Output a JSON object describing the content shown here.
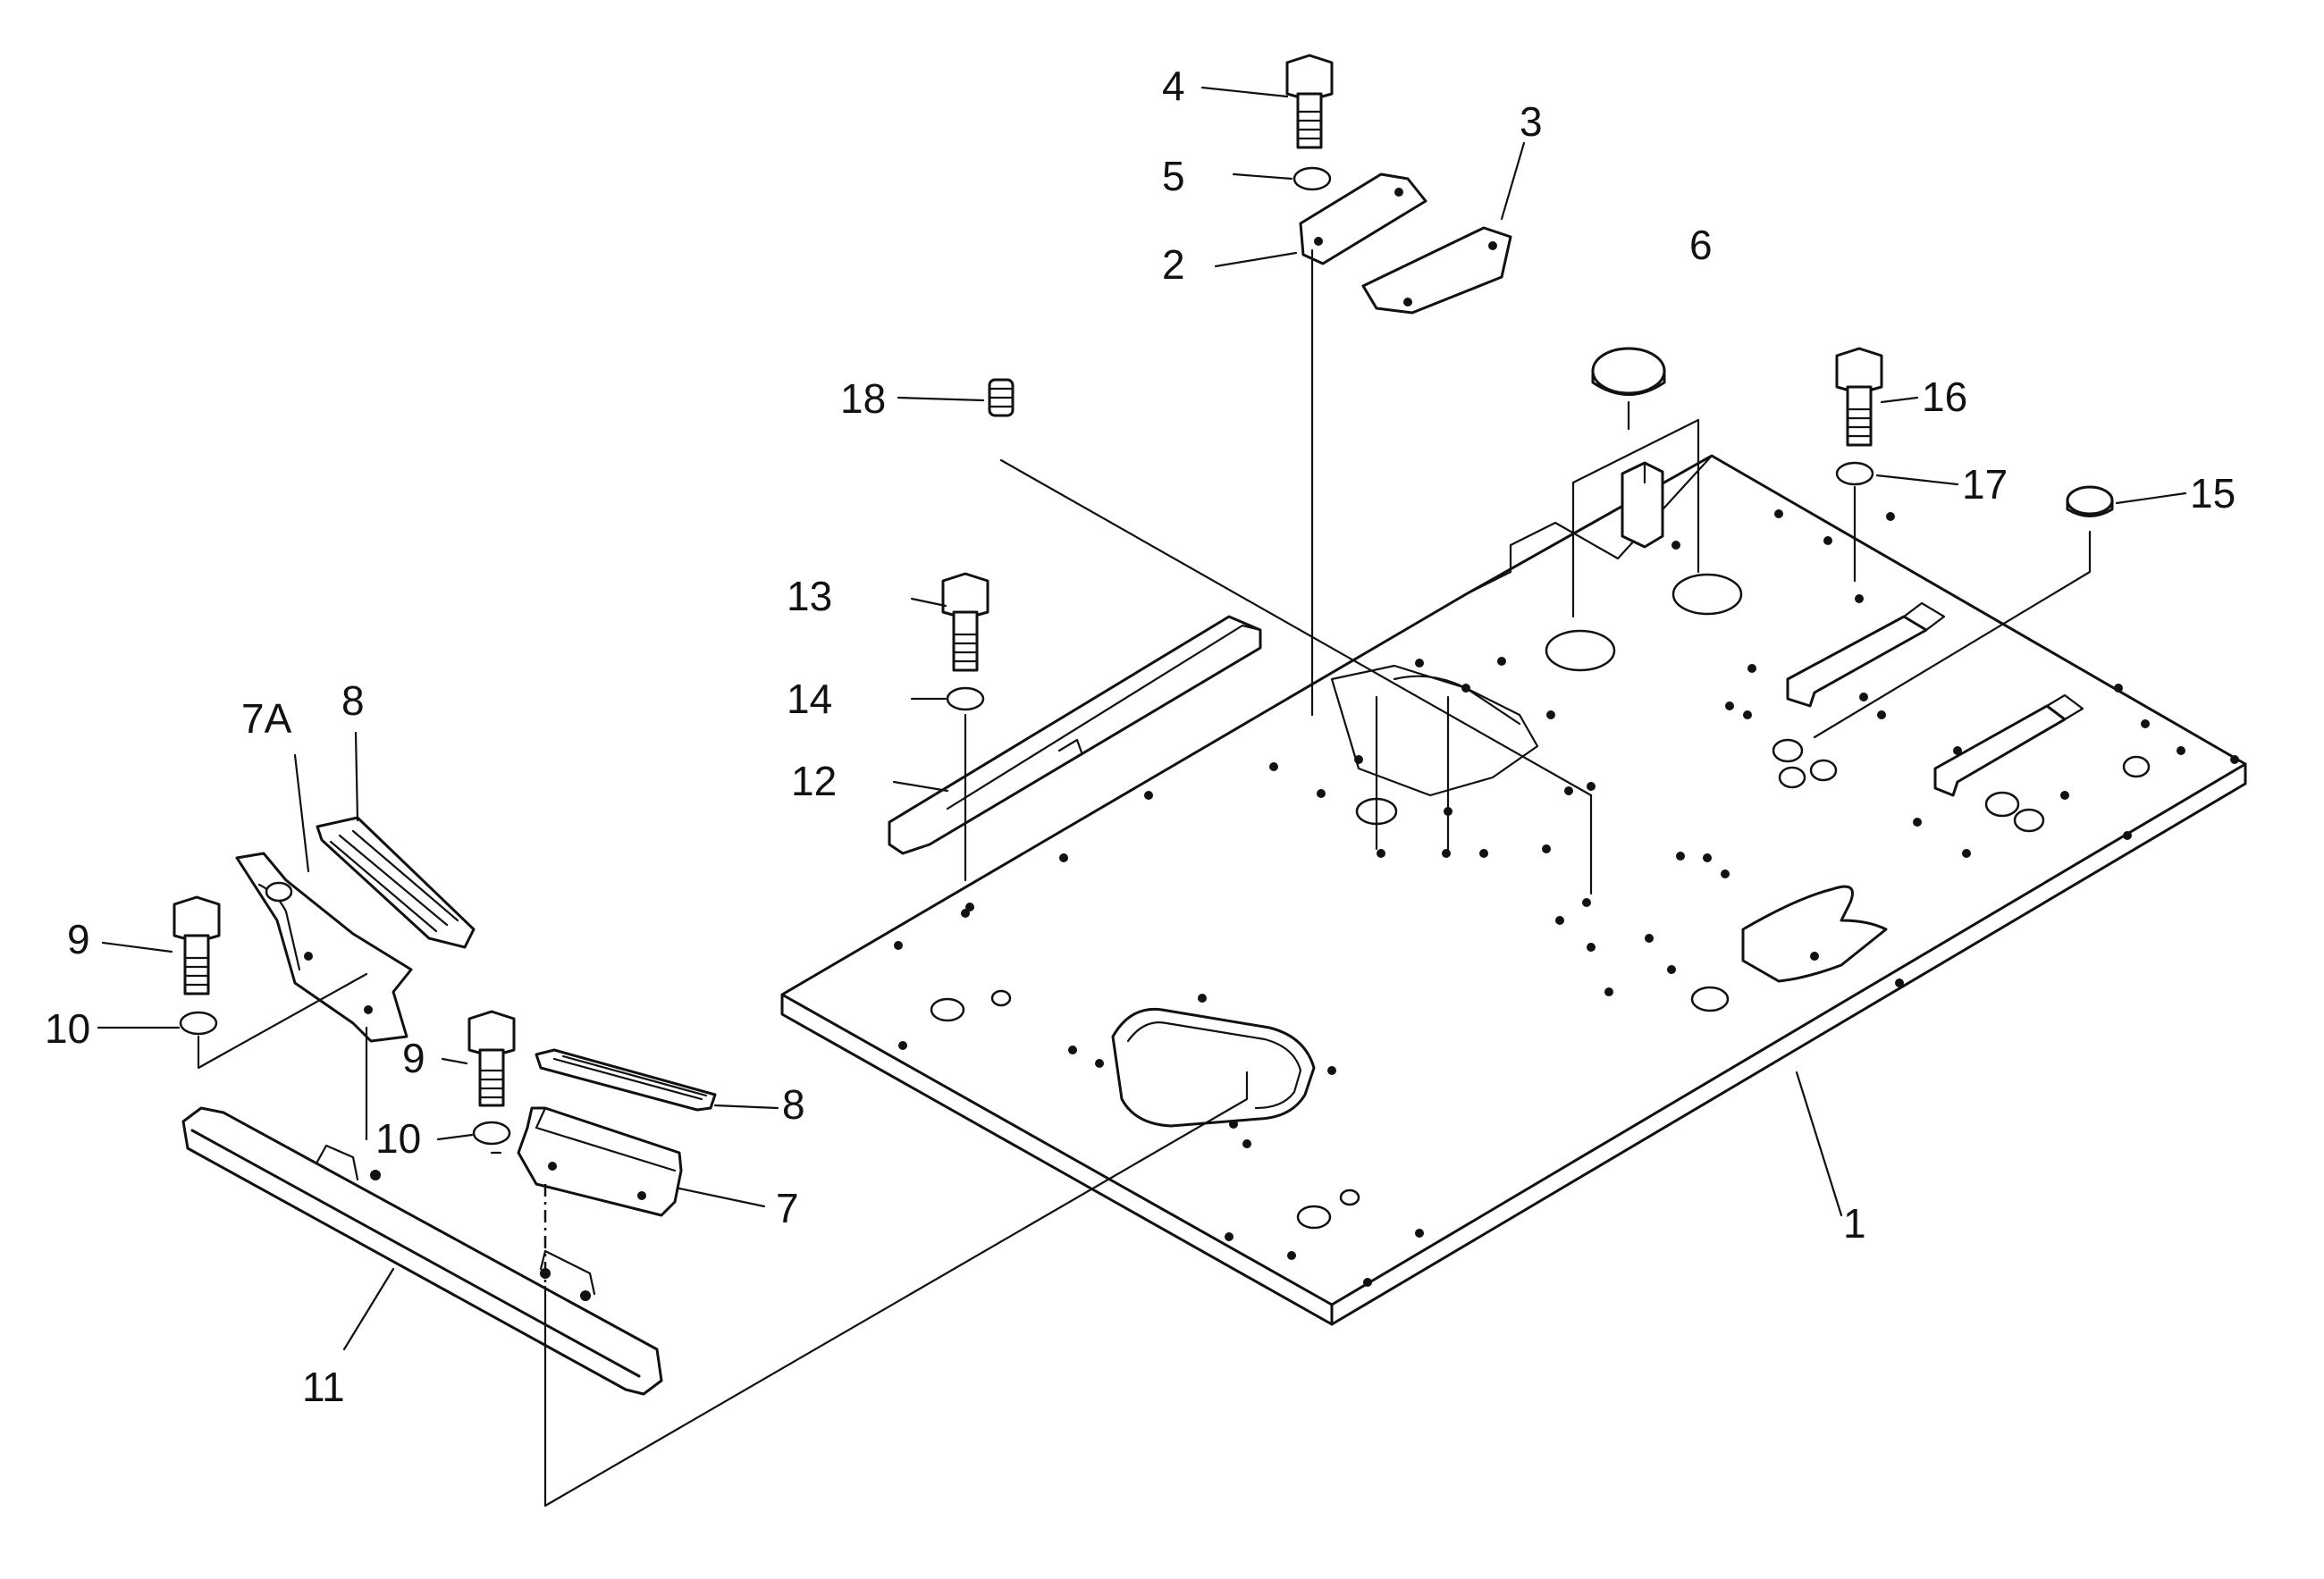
{
  "callouts": {
    "c1": "1",
    "c2": "2",
    "c3": "3",
    "c4": "4",
    "c5": "5",
    "c6": "6",
    "c7": "7",
    "c7a": "7A",
    "c8a": "8",
    "c8b": "8",
    "c9a": "9",
    "c9b": "9",
    "c10a": "10",
    "c10b": "10",
    "c11": "11",
    "c12": "12",
    "c13": "13",
    "c14": "14",
    "c15": "15",
    "c16": "16",
    "c17": "17",
    "c18": "18"
  },
  "colors": {
    "line": "#111111",
    "background": "#ffffff"
  }
}
